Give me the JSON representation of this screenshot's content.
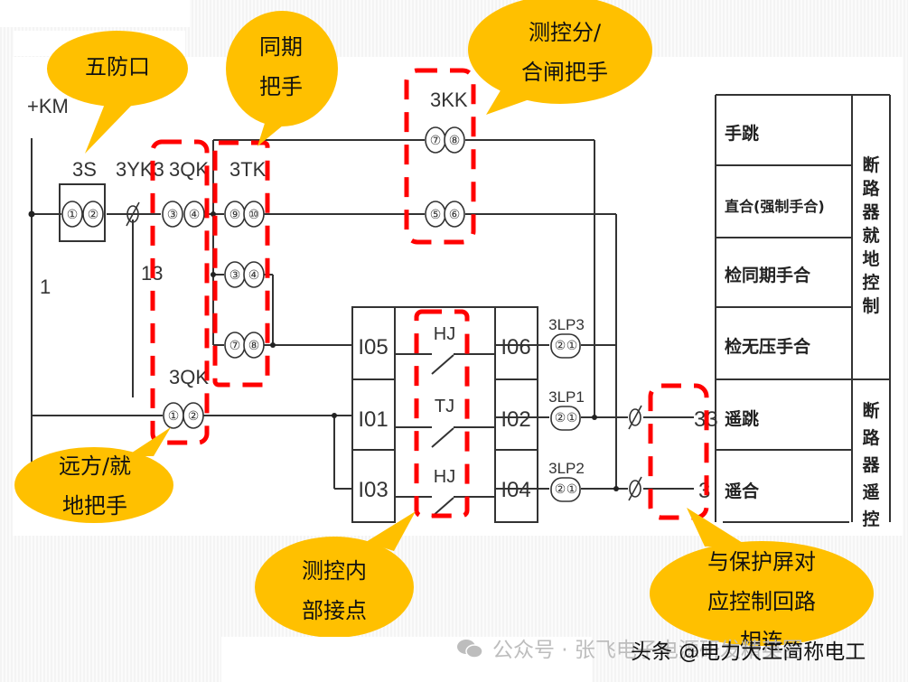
{
  "diagram": {
    "supply_label": "+KM",
    "node_labels": [
      "1",
      "13"
    ],
    "switches": {
      "wufang": {
        "label": "3S",
        "contacts": [
          "①",
          "②"
        ]
      },
      "remote_lock": {
        "label": "3YK3"
      },
      "local_remote_top": {
        "label": "3QK",
        "contacts": [
          "③",
          "④"
        ]
      },
      "local_remote_bottom": {
        "label": "3QK",
        "contacts": [
          "①",
          "②"
        ]
      },
      "sync": {
        "label": "3TK",
        "contacts": [
          [
            "⑨",
            "⑩"
          ],
          [
            "③",
            "④"
          ],
          [
            "⑦",
            "⑧"
          ]
        ]
      },
      "control": {
        "label": "3KK",
        "contacts": [
          [
            "⑦",
            "⑧"
          ],
          [
            "⑤",
            "⑥"
          ]
        ]
      }
    },
    "terminals_left": [
      "I05",
      "I01",
      "I03"
    ],
    "relays": [
      "HJ",
      "TJ",
      "HJ"
    ],
    "terminals_right": [
      "I06",
      "I02",
      "I04"
    ],
    "pressure_plates": [
      {
        "label": "3LP3",
        "contacts": [
          "②",
          "①"
        ]
      },
      {
        "label": "3LP1",
        "contacts": [
          "②",
          "①"
        ]
      },
      {
        "label": "3LP2",
        "contacts": [
          "②",
          "①"
        ]
      }
    ],
    "output_terminals": [
      "33",
      "3"
    ],
    "function_table": {
      "rows": [
        "手跳",
        "直合(强制手合)",
        "检同期手合",
        "检无压手合",
        "遥跳",
        "遥合"
      ],
      "groups": [
        {
          "label": "断路器就地控制"
        },
        {
          "label": "断路器遥控"
        }
      ]
    }
  },
  "callouts": [
    {
      "id": "wufang",
      "lines": [
        "五防口"
      ]
    },
    {
      "id": "sync",
      "lines": [
        "同期",
        "把手"
      ]
    },
    {
      "id": "control",
      "lines": [
        "测控分/",
        "合闸把手"
      ]
    },
    {
      "id": "local-remote",
      "lines": [
        "远方/就",
        "地把手"
      ]
    },
    {
      "id": "internal",
      "lines": [
        "测控内",
        "部接点"
      ]
    },
    {
      "id": "protection",
      "lines": [
        "与保护屏对",
        "应控制回路",
        "相连"
      ]
    }
  ],
  "watermark": {
    "wechat": "公众号 · 张飞电子电源研发精英圈",
    "toutiao": "头条 @电力大工简称电工"
  },
  "colors": {
    "callout": "#FFC000",
    "highlight": "#FF0000",
    "line": "#333333"
  }
}
